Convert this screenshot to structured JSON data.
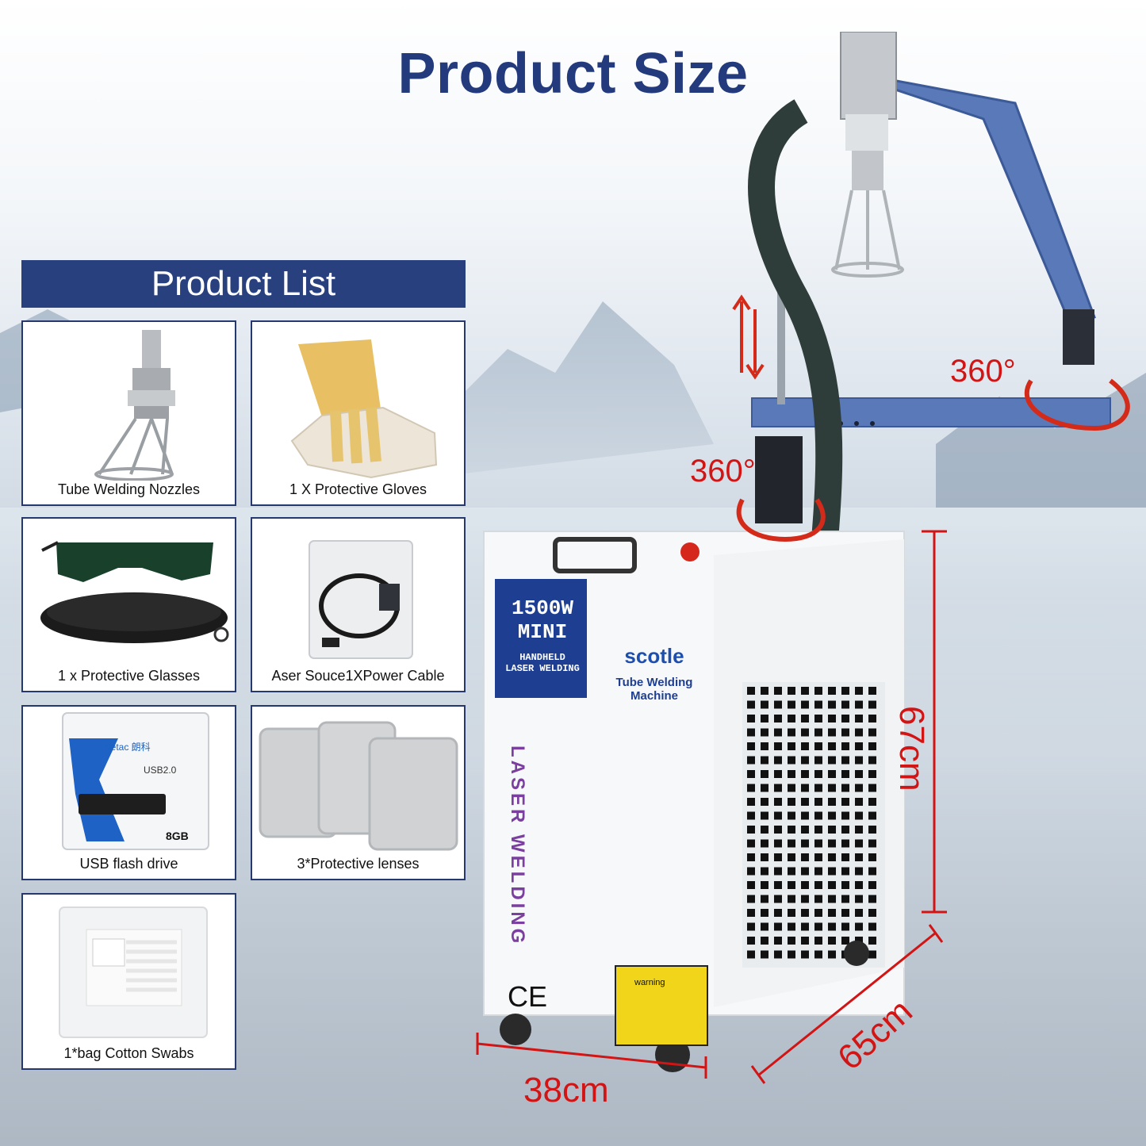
{
  "title": "Product Size",
  "product_list": {
    "header": "Product List",
    "items": [
      {
        "label": "Tube Welding Nozzles",
        "icon": "nozzle-icon"
      },
      {
        "label": "1 X Protective Gloves",
        "icon": "gloves-icon"
      },
      {
        "label": "1 x Protective Glasses",
        "icon": "glasses-icon"
      },
      {
        "label": "Aser Souce1XPower Cable",
        "icon": "cable-icon"
      },
      {
        "label": "USB flash drive",
        "icon": "usb-drive-icon"
      },
      {
        "label": "3*Protective lenses",
        "icon": "lenses-icon"
      },
      {
        "label": "1*bag Cotton Swabs",
        "icon": "cotton-swabs-icon"
      }
    ]
  },
  "usb_package": {
    "brand": "Netac 朗科",
    "standard": "USB2.0",
    "capacity": "8GB"
  },
  "machine": {
    "badge_line1": "1500W",
    "badge_line2": "MINI",
    "badge_line3": "HANDHELD",
    "badge_line4": "LASER WELDING",
    "brand": "scotle",
    "subtitle_line1": "Tube Welding",
    "subtitle_line2": "Machine",
    "vertical_text": "LASER WELDING",
    "ce_mark": "CE",
    "warning_label": "warning"
  },
  "dimensions": {
    "height": "67cm",
    "width": "38cm",
    "depth": "65cm"
  },
  "rotation": {
    "arm": "360°",
    "base": "360°"
  },
  "colors": {
    "title": "#233a7c",
    "header_bg": "#29407f",
    "dimension": "#d21414",
    "arm_blue": "#5a79b8"
  }
}
